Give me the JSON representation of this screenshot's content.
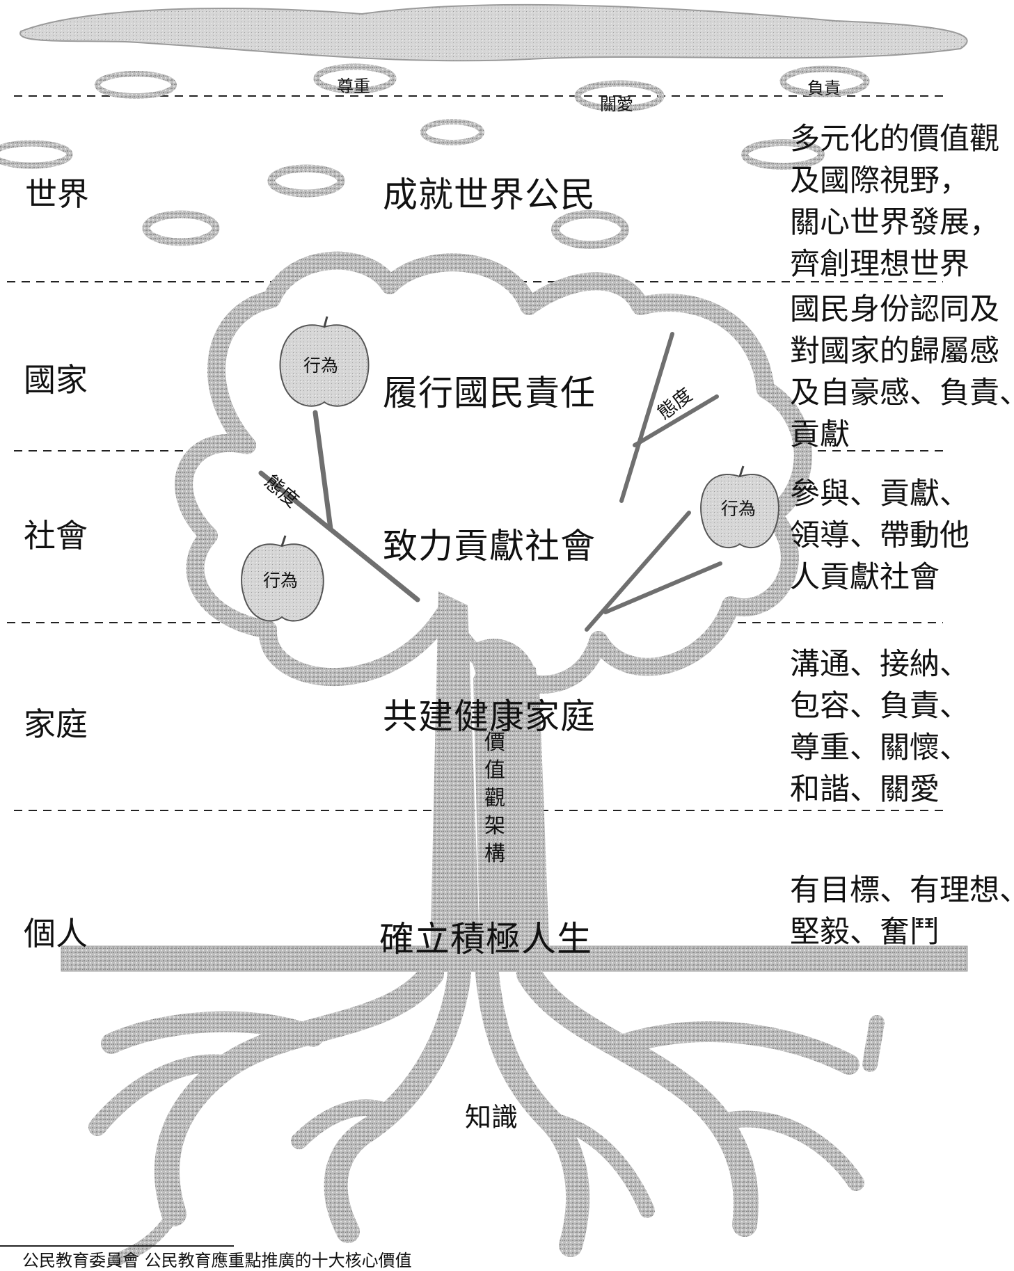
{
  "top_values": [
    "尊重",
    "關愛",
    "負責"
  ],
  "levels": [
    {
      "label": "世界",
      "goal": "成就世界公民",
      "desc": [
        "多元化的價值觀",
        "及國際視野，",
        "關心世界發展，",
        "齊創理想世界"
      ]
    },
    {
      "label": "國家",
      "goal": "履行國民責任",
      "desc": [
        "國民身份認同及",
        "對國家的歸屬感",
        "及自豪感、負責、",
        "貢獻"
      ]
    },
    {
      "label": "社會",
      "goal": "致力貢獻社會",
      "desc": [
        "參與、貢獻、",
        "領導、帶動他",
        "人貢獻社會"
      ]
    },
    {
      "label": "家庭",
      "goal": "共建健康家庭",
      "desc": [
        "溝通、接納、",
        "包容、負責、",
        "尊重、關懷、",
        "和諧、關愛"
      ]
    },
    {
      "label": "個人",
      "goal": "確立積極人生",
      "desc": [
        "有目標、有理想、",
        "堅毅、奮鬥"
      ]
    }
  ],
  "apple_label": "行為",
  "branch_label": "態度",
  "trunk_label": "價值觀架構",
  "root_label": "知識",
  "footer": "公民教育委員會  公民教育應重點推廣的十大核心價值",
  "colors": {
    "grey": "#b5b5b5",
    "dark_grey": "#6f6f6f",
    "apple": "#c9c9c9",
    "ink": "#111111"
  }
}
